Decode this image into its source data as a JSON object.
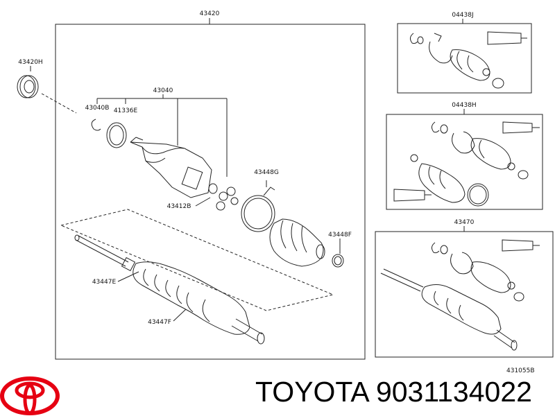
{
  "labels": {
    "main_assembly": "43420",
    "hub_seal": "43420H",
    "outer_joint_set": "43040",
    "clip": "43040B",
    "seal_ring": "41336E",
    "tripod_set": "43412B",
    "boot_clamp_large": "43448G",
    "boot_clamp_small": "43448F",
    "inner_boot": "43447E",
    "outer_boot": "43447F",
    "kit_j": "04438J",
    "kit_h": "04438H",
    "shaft_assy": "43470",
    "diagram_code": "431055B"
  },
  "brand": {
    "name": "TOYOTA",
    "part_number": "9031134022",
    "logo_color": "#e60012"
  }
}
